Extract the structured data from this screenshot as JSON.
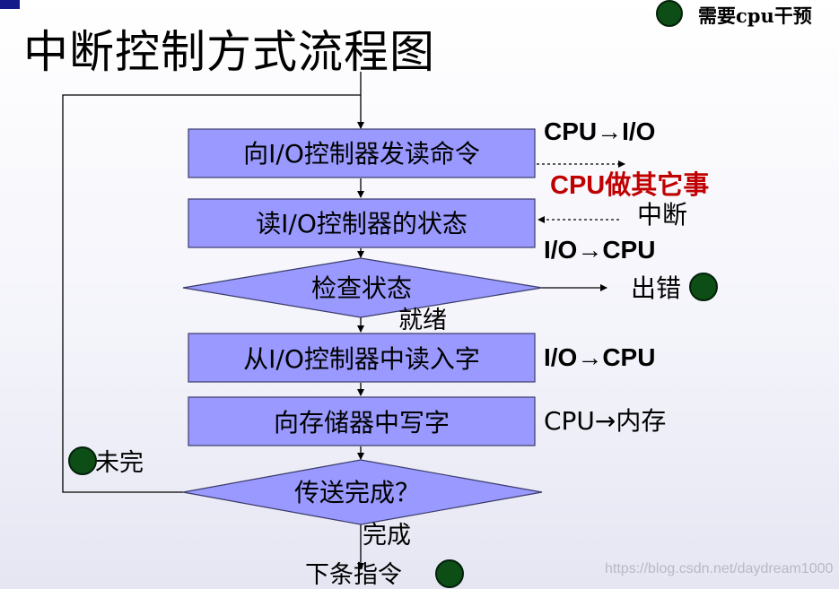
{
  "title": "中断控制方式流程图",
  "legend": {
    "text": "需要cpu干预",
    "color": "#0d4d16"
  },
  "nodes": {
    "send_read_cmd": "向I/O控制器发读命令",
    "read_status": "读I/O控制器的状态",
    "check_status": "检查状态",
    "read_word": "从I/O控制器中读入字",
    "write_memory": "向存储器中写字",
    "transfer_done": "传送完成？"
  },
  "side_labels": {
    "cpu_to_io": "CPU→I/O",
    "cpu_other_work": "CPU做其它事",
    "interrupt": "中断",
    "io_to_cpu_1": "I/O→CPU",
    "error": "出错",
    "io_to_cpu_2": "I/O→CPU",
    "cpu_to_memory": "CPU→内存"
  },
  "edge_labels": {
    "ready": "就绪",
    "not_done": "未完",
    "done": "完成",
    "next_instruction": "下条指令"
  },
  "colors": {
    "box_fill": "#9999ff",
    "box_stroke": "#3a3a6a",
    "red_text": "#c00000",
    "dot": "#0d4d16"
  },
  "watermark": "https://blog.csdn.net/daydream1000"
}
